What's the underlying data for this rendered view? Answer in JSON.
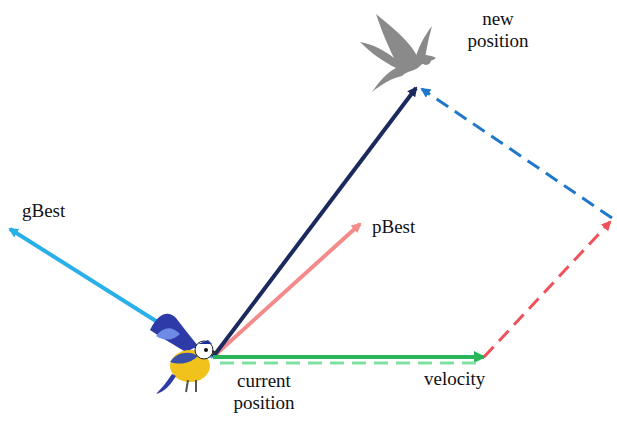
{
  "diagram": {
    "labels": [
      "new position",
      "gBest",
      "pBest",
      "current position",
      "velocity"
    ]
  }
}
